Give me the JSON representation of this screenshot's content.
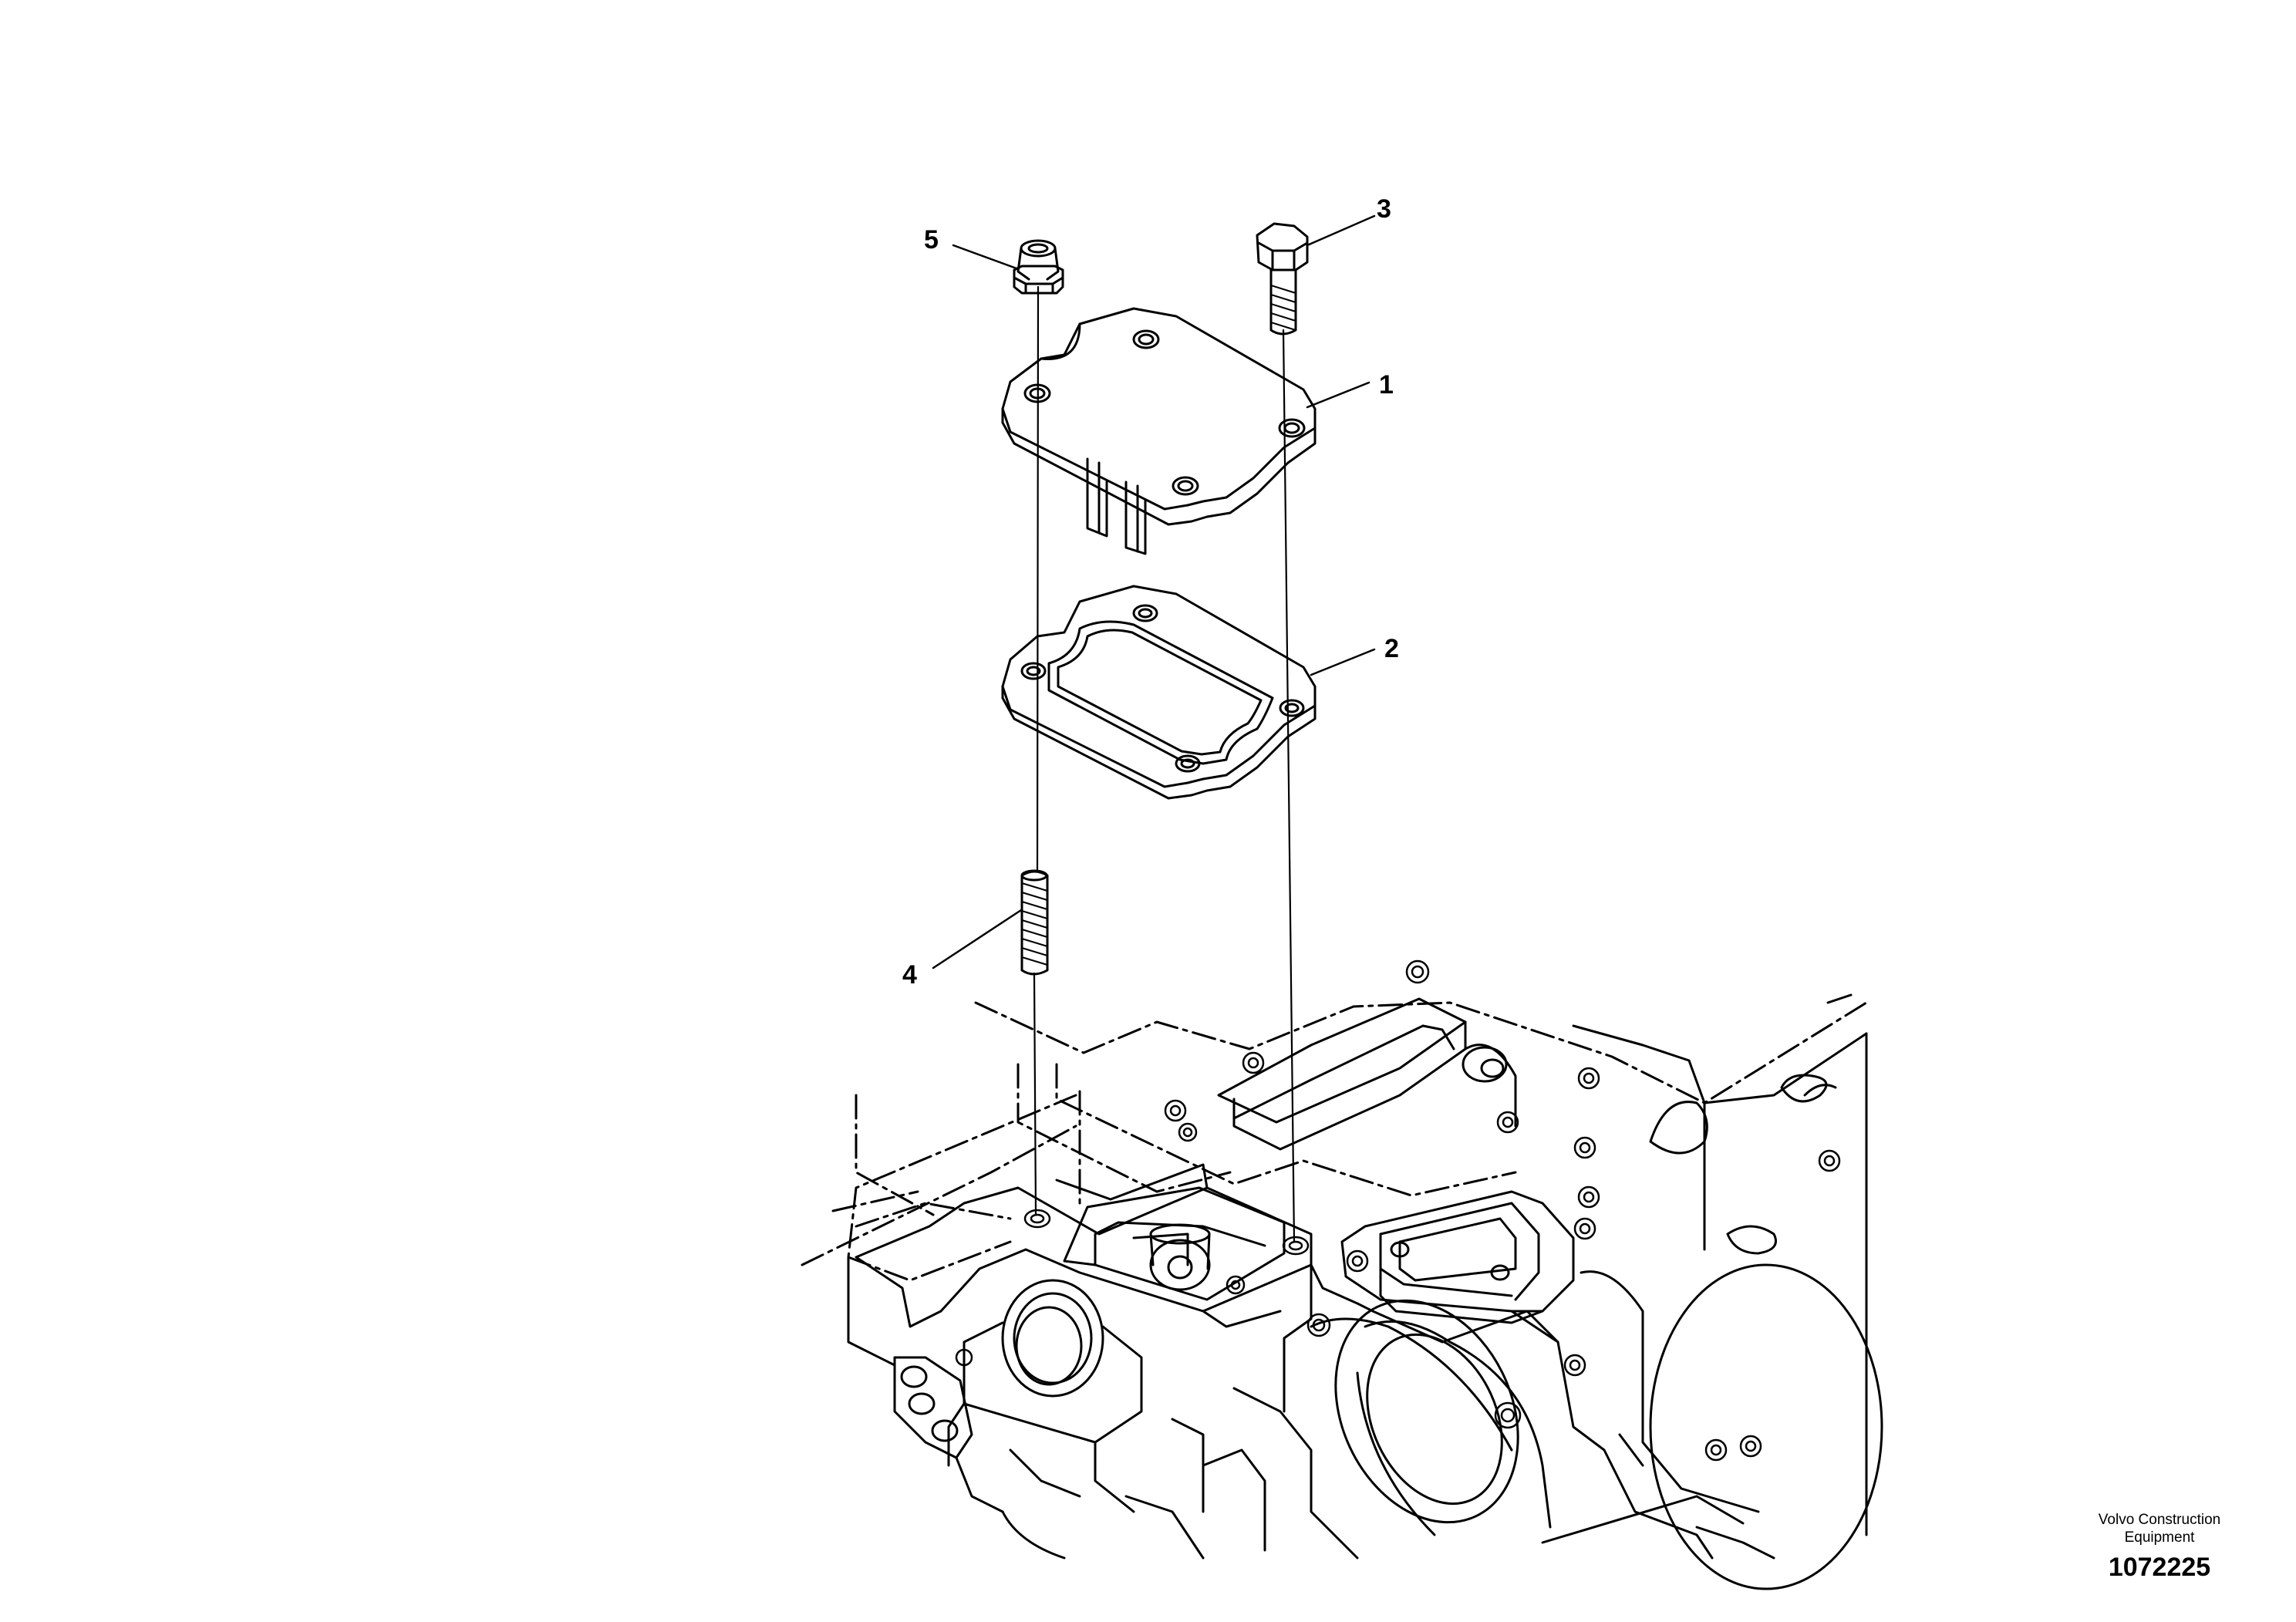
{
  "callouts": {
    "part1": "1",
    "part2": "2",
    "part3": "3",
    "part4": "4",
    "part5": "5"
  },
  "credit": {
    "line1": "Volvo Construction",
    "line2": "Equipment",
    "drawing_number": "1072225"
  },
  "colors": {
    "line": "#000000",
    "background": "#ffffff"
  }
}
